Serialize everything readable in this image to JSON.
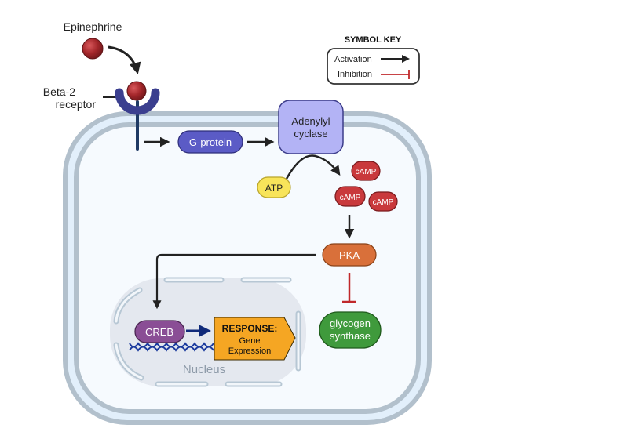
{
  "title": "Epinephrine signaling pathway",
  "labels": {
    "epinephrine": "Epinephrine",
    "receptor_line1": "Beta-2",
    "receptor_line2": "receptor",
    "g_protein": "G-protein",
    "adenylyl_line1": "Adenylyl",
    "adenylyl_line2": "cyclase",
    "atp": "ATP",
    "camp": [
      "cAMP",
      "cAMP",
      "cAMP"
    ],
    "pka": "PKA",
    "glycogen_line1": "glycogen",
    "glycogen_line2": "synthase",
    "creb": "CREB",
    "response_title": "RESPONSE:",
    "response_line1": "Gene",
    "response_line2": "Expression",
    "nucleus": "Nucleus"
  },
  "symbol_key": {
    "title": "SYMBOL KEY",
    "items": [
      {
        "label": "Activation",
        "type": "activation"
      },
      {
        "label": "Inhibition",
        "type": "inhibition"
      }
    ]
  },
  "colors": {
    "epinephrine": "#a3262a",
    "receptor": "#3b3f8f",
    "g_protein": "#5b5bc6",
    "adenylyl_cyclase": "#b3b3f5",
    "atp": "#f8e45a",
    "camp": "#c9393c",
    "pka": "#d9703a",
    "glycogen_synthase": "#3f9a3c",
    "creb": "#8a4e95",
    "response": "#f5a623",
    "dna": "#1c3b9e",
    "activation": "#222222",
    "inhibition": "#c0282b",
    "membrane": "#b0bfcb",
    "membrane_fill": "#e3f0fc",
    "cytoplasm": "#f6fafe",
    "nucleus_fill": "#e4e8ef"
  }
}
